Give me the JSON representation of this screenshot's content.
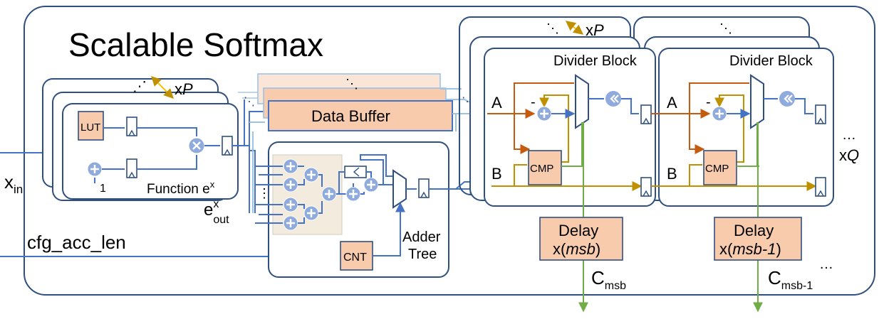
{
  "title": "Scalable Softmax",
  "colors": {
    "frame": "#2f4f80",
    "wire": "#4472c4",
    "orange_wire": "#c55a11",
    "gold_wire": "#bf9000",
    "green_wire": "#70ad47",
    "block_fill": "#f8cbad",
    "adder_fill": "#8faadc",
    "panel_fill": "#f2ebde",
    "text": "#000000"
  },
  "function_block": {
    "replicate_label": "xP",
    "dots": "⋰",
    "lut_label": "LUT",
    "func_label_base": "Function e",
    "func_label_sup": "x",
    "input_label_base": "x",
    "input_label_sub": "in",
    "const_one": "1",
    "output_label_base": "e",
    "output_label_sup": "x",
    "output_label_sub": "out"
  },
  "data_buffer": {
    "label": "Data Buffer",
    "dots": "⋱"
  },
  "adder_tree": {
    "label_line1": "Adder",
    "label_line2": "Tree",
    "cnt_label": "CNT",
    "dots": "⋮"
  },
  "cfg_label": "cfg_acc_len",
  "divider": {
    "block_label": "Divider Block",
    "input_a": "A",
    "input_b": "B",
    "cmp_label": "CMP",
    "minus": "-",
    "replicate_label": "xP",
    "q_label": "xQ",
    "ellipsis": "…",
    "dots": "⋱"
  },
  "delays": [
    {
      "line1": "Delay",
      "line2_prefix": "x(",
      "line2_italic": "msb",
      "line2_suffix": ")",
      "out_base": "C",
      "out_sub": "msb"
    },
    {
      "line1": "Delay",
      "line2_prefix": "x(",
      "line2_italic": "msb-1",
      "line2_suffix": ")",
      "out_base": "C",
      "out_sub": "msb-1"
    }
  ]
}
